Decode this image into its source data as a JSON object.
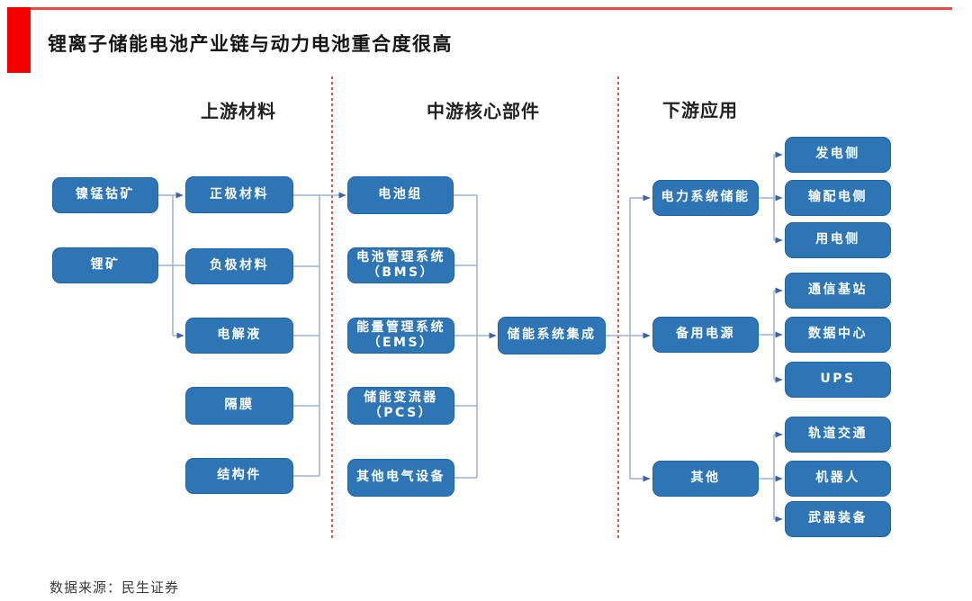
{
  "title": "锂离子储能电池产业链与动力电池重合度很高",
  "source": "数据来源：民生证券",
  "colors": {
    "accent_red": "#f50000",
    "top_rule_red": "#ef4743",
    "divider_red": "#d9544a",
    "node_fill": "#2e75b6",
    "node_border": "#2164a5",
    "node_text": "#ffffff",
    "connector_line": "#9db1d3",
    "connector_arrow": "#3e63a8"
  },
  "stages": [
    {
      "label": "上游材料"
    },
    {
      "label": "中游核心部件"
    },
    {
      "label": "下游应用"
    }
  ],
  "nodes": {
    "mines": [
      {
        "label": "镍锰钴矿"
      },
      {
        "label": "锂矿"
      }
    ],
    "materials": [
      {
        "label": "正极材料"
      },
      {
        "label": "负极材料"
      },
      {
        "label": "电解液"
      },
      {
        "label": "隔膜"
      },
      {
        "label": "结构件"
      }
    ],
    "components": [
      {
        "label": "电池组"
      },
      {
        "label": "电池管理系统\n（BMS）"
      },
      {
        "label": "能量管理系统\n（EMS）"
      },
      {
        "label": "储能变流器\n（PCS）"
      },
      {
        "label": "其他电气设备"
      }
    ],
    "integration": {
      "label": "储能系统集成"
    },
    "applications": [
      {
        "label": "电力系统储能"
      },
      {
        "label": "备用电源"
      },
      {
        "label": "其他"
      }
    ],
    "subapps": [
      {
        "label": "发电侧"
      },
      {
        "label": "输配电侧"
      },
      {
        "label": "用电侧"
      },
      {
        "label": "通信基站"
      },
      {
        "label": "数据中心"
      },
      {
        "label": "UPS"
      },
      {
        "label": "轨道交通"
      },
      {
        "label": "机器人"
      },
      {
        "label": "武器装备"
      }
    ]
  }
}
